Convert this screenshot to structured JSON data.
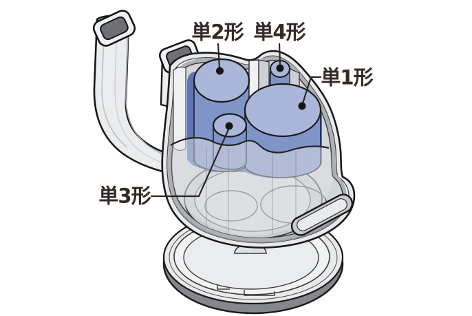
{
  "figure": {
    "title": "battery-compartment-cutaway-diagram",
    "labels": {
      "tan2": {
        "text": "単2形"
      },
      "tan4": {
        "text": "単4形"
      },
      "tan1": {
        "text": "単1形"
      },
      "tan3": {
        "text": "単3形"
      }
    },
    "colors": {
      "battery_top": "#aab7da",
      "battery_side": "#8095c7",
      "battery_gap": "#5b76b7",
      "case_light": "#e8e9ea",
      "case_white": "#f5f6f8",
      "case_mid": "#aeb0b4",
      "case_dark": "#8d8f92",
      "outline": "#1a1a1a",
      "label_text": "#332a26",
      "background": "#ffffff"
    }
  }
}
